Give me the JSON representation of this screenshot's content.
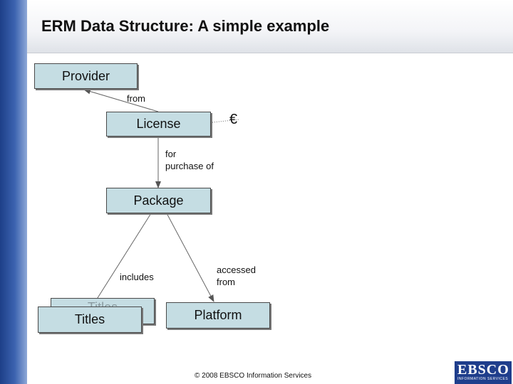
{
  "slide": {
    "title": "ERM Data Structure: A simple example",
    "footer": "© 2008 EBSCO Information Services",
    "logo": {
      "brand": "EBSCO",
      "subtitle": "INFORMATION SERVICES"
    }
  },
  "diagram": {
    "nodes": {
      "provider": "Provider",
      "license": "License",
      "package": "Package",
      "titles_back": "Titles",
      "titles": "Titles",
      "platform": "Platform",
      "euro": "€"
    },
    "edges": {
      "from": "from",
      "for_purchase_of_line1": "for",
      "for_purchase_of_line2": "purchase of",
      "includes": "includes",
      "accessed_from_line1": "accessed",
      "accessed_from_line2": "from"
    }
  },
  "colors": {
    "box_fill": "#c5dde3",
    "sidebar": "#2e4f9e",
    "logo": "#1f3e8c"
  }
}
